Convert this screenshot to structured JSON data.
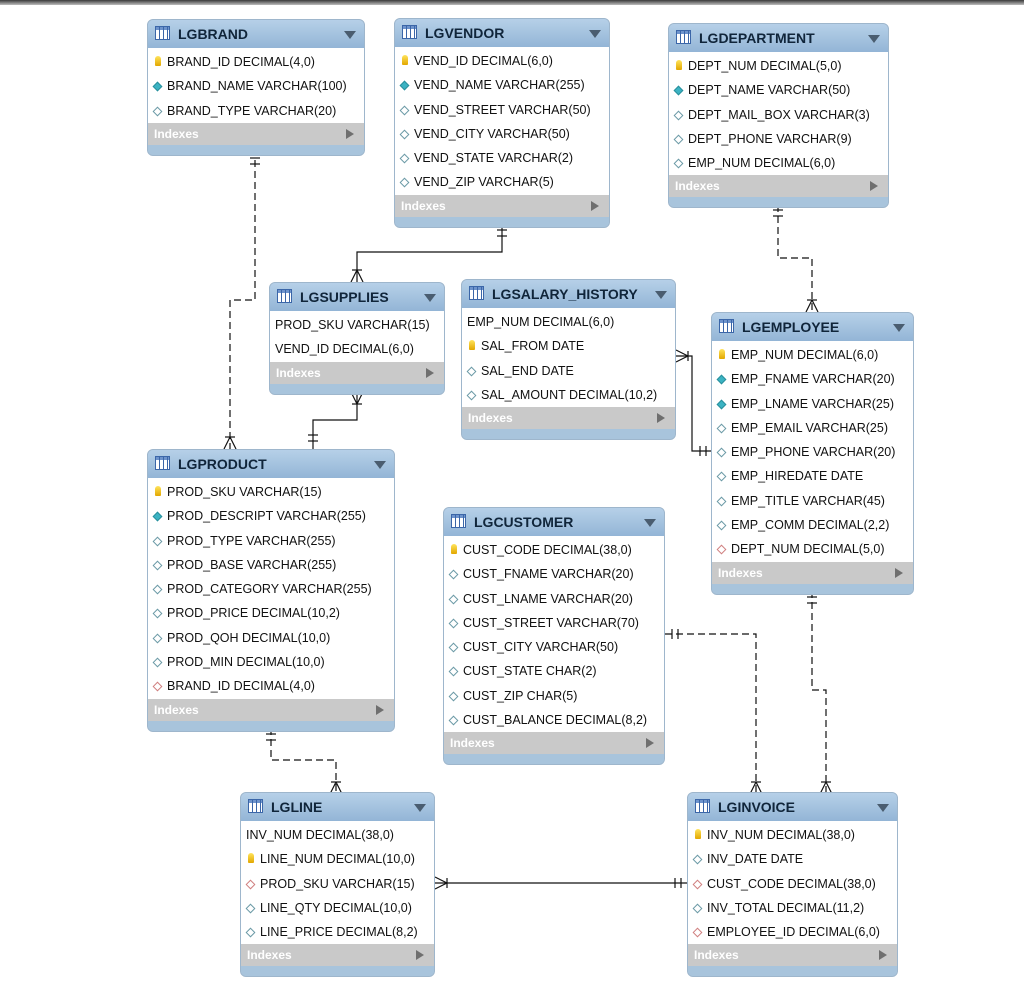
{
  "indexes_label": "Indexes",
  "colors": {
    "header": "#a8c4dc",
    "key": "#f0c020",
    "attr_filled": "#3bb3c3",
    "fk": "#d08080",
    "indexes": "#c9c9c9"
  },
  "tables": [
    {
      "id": "LGBRAND",
      "name": "LGBRAND",
      "columns": [
        {
          "text": "BRAND_ID DECIMAL(4,0)",
          "icon": "key"
        },
        {
          "text": "BRAND_NAME VARCHAR(100)",
          "icon": "filled"
        },
        {
          "text": "BRAND_TYPE VARCHAR(20)",
          "icon": "open"
        }
      ]
    },
    {
      "id": "LGVENDOR",
      "name": "LGVENDOR",
      "columns": [
        {
          "text": "VEND_ID DECIMAL(6,0)",
          "icon": "key"
        },
        {
          "text": "VEND_NAME VARCHAR(255)",
          "icon": "filled"
        },
        {
          "text": "VEND_STREET VARCHAR(50)",
          "icon": "open"
        },
        {
          "text": "VEND_CITY VARCHAR(50)",
          "icon": "open"
        },
        {
          "text": "VEND_STATE VARCHAR(2)",
          "icon": "open"
        },
        {
          "text": "VEND_ZIP VARCHAR(5)",
          "icon": "open"
        }
      ]
    },
    {
      "id": "LGDEPARTMENT",
      "name": "LGDEPARTMENT",
      "columns": [
        {
          "text": "DEPT_NUM DECIMAL(5,0)",
          "icon": "key"
        },
        {
          "text": "DEPT_NAME VARCHAR(50)",
          "icon": "filled"
        },
        {
          "text": "DEPT_MAIL_BOX VARCHAR(3)",
          "icon": "open"
        },
        {
          "text": "DEPT_PHONE VARCHAR(9)",
          "icon": "open"
        },
        {
          "text": "EMP_NUM DECIMAL(6,0)",
          "icon": "open"
        }
      ]
    },
    {
      "id": "LGSUPPLIES",
      "name": "LGSUPPLIES",
      "columns": [
        {
          "text": "PROD_SKU VARCHAR(15)",
          "icon": "none"
        },
        {
          "text": "VEND_ID DECIMAL(6,0)",
          "icon": "none"
        }
      ]
    },
    {
      "id": "LGSALARY_HISTORY",
      "name": "LGSALARY_HISTORY",
      "columns": [
        {
          "text": "EMP_NUM DECIMAL(6,0)",
          "icon": "none"
        },
        {
          "text": "SAL_FROM DATE",
          "icon": "key"
        },
        {
          "text": "SAL_END DATE",
          "icon": "open"
        },
        {
          "text": "SAL_AMOUNT DECIMAL(10,2)",
          "icon": "open"
        }
      ]
    },
    {
      "id": "LGEMPLOYEE",
      "name": "LGEMPLOYEE",
      "columns": [
        {
          "text": "EMP_NUM DECIMAL(6,0)",
          "icon": "key"
        },
        {
          "text": "EMP_FNAME VARCHAR(20)",
          "icon": "filled"
        },
        {
          "text": "EMP_LNAME VARCHAR(25)",
          "icon": "filled"
        },
        {
          "text": "EMP_EMAIL VARCHAR(25)",
          "icon": "open"
        },
        {
          "text": "EMP_PHONE VARCHAR(20)",
          "icon": "open"
        },
        {
          "text": "EMP_HIREDATE DATE",
          "icon": "open"
        },
        {
          "text": "EMP_TITLE VARCHAR(45)",
          "icon": "open"
        },
        {
          "text": "EMP_COMM DECIMAL(2,2)",
          "icon": "open"
        },
        {
          "text": "DEPT_NUM DECIMAL(5,0)",
          "icon": "fk"
        }
      ]
    },
    {
      "id": "LGPRODUCT",
      "name": "LGPRODUCT",
      "columns": [
        {
          "text": "PROD_SKU VARCHAR(15)",
          "icon": "key"
        },
        {
          "text": "PROD_DESCRIPT VARCHAR(255)",
          "icon": "filled"
        },
        {
          "text": "PROD_TYPE VARCHAR(255)",
          "icon": "open"
        },
        {
          "text": "PROD_BASE VARCHAR(255)",
          "icon": "open"
        },
        {
          "text": "PROD_CATEGORY VARCHAR(255)",
          "icon": "open"
        },
        {
          "text": "PROD_PRICE DECIMAL(10,2)",
          "icon": "open"
        },
        {
          "text": "PROD_QOH DECIMAL(10,0)",
          "icon": "open"
        },
        {
          "text": "PROD_MIN DECIMAL(10,0)",
          "icon": "open"
        },
        {
          "text": "BRAND_ID DECIMAL(4,0)",
          "icon": "fk"
        }
      ]
    },
    {
      "id": "LGCUSTOMER",
      "name": "LGCUSTOMER",
      "columns": [
        {
          "text": "CUST_CODE DECIMAL(38,0)",
          "icon": "key"
        },
        {
          "text": "CUST_FNAME VARCHAR(20)",
          "icon": "open"
        },
        {
          "text": "CUST_LNAME VARCHAR(20)",
          "icon": "open"
        },
        {
          "text": "CUST_STREET VARCHAR(70)",
          "icon": "open"
        },
        {
          "text": "CUST_CITY VARCHAR(50)",
          "icon": "open"
        },
        {
          "text": "CUST_STATE CHAR(2)",
          "icon": "open"
        },
        {
          "text": "CUST_ZIP CHAR(5)",
          "icon": "open"
        },
        {
          "text": "CUST_BALANCE DECIMAL(8,2)",
          "icon": "open"
        }
      ]
    },
    {
      "id": "LGLINE",
      "name": "LGLINE",
      "columns": [
        {
          "text": "INV_NUM DECIMAL(38,0)",
          "icon": "none"
        },
        {
          "text": "LINE_NUM DECIMAL(10,0)",
          "icon": "key"
        },
        {
          "text": "PROD_SKU VARCHAR(15)",
          "icon": "fk"
        },
        {
          "text": "LINE_QTY DECIMAL(10,0)",
          "icon": "open"
        },
        {
          "text": "LINE_PRICE DECIMAL(8,2)",
          "icon": "open"
        }
      ]
    },
    {
      "id": "LGINVOICE",
      "name": "LGINVOICE",
      "columns": [
        {
          "text": "INV_NUM DECIMAL(38,0)",
          "icon": "key"
        },
        {
          "text": "INV_DATE DATE",
          "icon": "open"
        },
        {
          "text": "CUST_CODE DECIMAL(38,0)",
          "icon": "fk"
        },
        {
          "text": "INV_TOTAL DECIMAL(11,2)",
          "icon": "open"
        },
        {
          "text": "EMPLOYEE_ID DECIMAL(6,0)",
          "icon": "fk"
        }
      ]
    }
  ]
}
